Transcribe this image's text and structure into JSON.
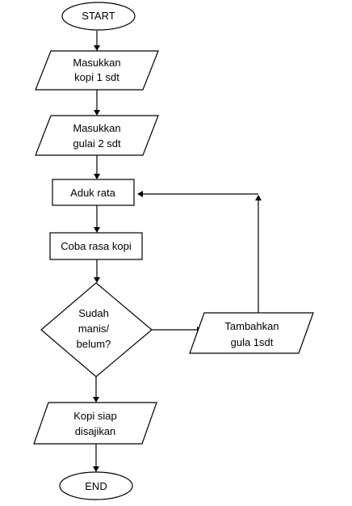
{
  "flowchart": {
    "start": "START",
    "input_kopi": [
      "Masukkan",
      "kopi 1  sdt"
    ],
    "input_gula": [
      "Masukkan",
      "gulai 2  sdt"
    ],
    "aduk": "Aduk rata",
    "coba": "Coba rasa kopi",
    "decision": [
      "Sudah",
      "manis/",
      "belum?"
    ],
    "tambah": [
      "Tambahkan",
      "gula 1sdt"
    ],
    "siap": [
      "Kopi siap",
      "disajikan"
    ],
    "end": "END"
  }
}
